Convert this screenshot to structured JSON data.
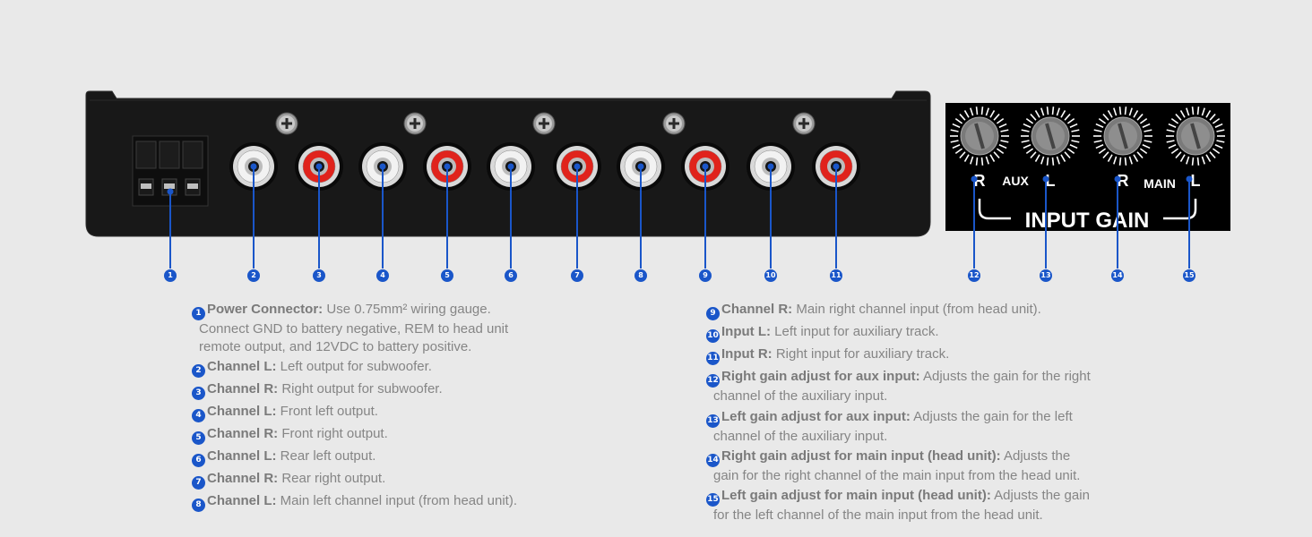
{
  "colors": {
    "background": "#e9e9e9",
    "device": "#181818",
    "callout": "#1a56c9",
    "rca_red": "#e0231c",
    "rca_white": "#f2f2f2",
    "text": "#858585"
  },
  "gain_panel": {
    "aux_r": "R",
    "aux_label": "AUX",
    "aux_l": "L",
    "main_r": "R",
    "main_label": "MAIN",
    "main_l": "L",
    "title": "INPUT GAIN"
  },
  "callouts": [
    "1",
    "2",
    "3",
    "4",
    "5",
    "6",
    "7",
    "8",
    "9",
    "10",
    "11",
    "12",
    "13",
    "14",
    "15"
  ],
  "rca_jacks": [
    "white",
    "red",
    "white",
    "red",
    "white",
    "red",
    "white",
    "red",
    "white",
    "red"
  ],
  "icons": {
    "terminal": "power-terminal-block-icon",
    "screw": "phillips-screw-icon",
    "jack": "rca-jack-icon",
    "knob": "gain-knob-icon"
  },
  "legend_left": [
    {
      "num": "1",
      "title": "Power Connector:",
      "lines": [
        "Use 0.75mm² wiring gauge.",
        "Connect GND to battery negative, REM to head unit",
        "remote output, and 12VDC to battery positive."
      ]
    },
    {
      "num": "2",
      "title": "Channel L:",
      "lines": [
        "Left output for subwoofer."
      ]
    },
    {
      "num": "3",
      "title": "Channel R:",
      "lines": [
        "Right output for subwoofer."
      ]
    },
    {
      "num": "4",
      "title": "Channel L:",
      "lines": [
        "Front left output."
      ]
    },
    {
      "num": "5",
      "title": "Channel R:",
      "lines": [
        "Front right output."
      ]
    },
    {
      "num": "6",
      "title": "Channel L:",
      "lines": [
        "Rear left output."
      ]
    },
    {
      "num": "7",
      "title": "Channel R:",
      "lines": [
        "Rear right output."
      ]
    },
    {
      "num": "8",
      "title": "Channel L:",
      "lines": [
        "Main left channel input (from head unit)."
      ]
    }
  ],
  "legend_right": [
    {
      "num": "9",
      "title": "Channel R:",
      "lines": [
        "Main right channel input (from head unit)."
      ]
    },
    {
      "num": "10",
      "title": "Input L:",
      "lines": [
        "Left input for auxiliary track."
      ]
    },
    {
      "num": "11",
      "title": "Input R:",
      "lines": [
        "Right input for auxiliary track."
      ]
    },
    {
      "num": "12",
      "title": "Right gain adjust for aux input:",
      "lines": [
        "Adjusts the gain for the right",
        "channel of the auxiliary input."
      ]
    },
    {
      "num": "13",
      "title": "Left gain adjust for aux input:",
      "lines": [
        "Adjusts the gain for the left",
        "channel of the auxiliary input."
      ]
    },
    {
      "num": "14",
      "title": "Right gain adjust for main input (head unit):",
      "lines": [
        "Adjusts the",
        "gain for the right channel of the main input from the head unit."
      ]
    },
    {
      "num": "15",
      "title": "Left gain adjust for main input (head unit):",
      "lines": [
        "Adjusts the gain",
        "for the left channel of the main input from the head unit."
      ]
    }
  ]
}
